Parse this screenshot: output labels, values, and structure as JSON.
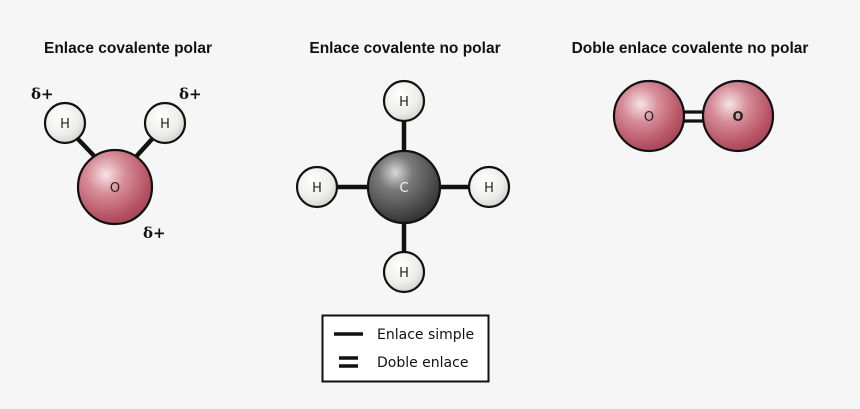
{
  "colors": {
    "background": "#f6f6f6",
    "oxygen": "#c0606e",
    "hydrogen": "#ececec",
    "carbon": "#555555",
    "bond": "#111111"
  },
  "panels": [
    {
      "title": "Enlace covalente polar",
      "molecule": "H2O",
      "atoms": [
        {
          "element": "O",
          "label": "O"
        },
        {
          "element": "H",
          "label": "H"
        },
        {
          "element": "H",
          "label": "H"
        }
      ],
      "charges": [
        "δ+",
        "δ+",
        "δ+"
      ]
    },
    {
      "title": "Enlace covalente no polar",
      "molecule": "CH4",
      "atoms": [
        {
          "element": "C",
          "label": "C"
        },
        {
          "element": "H",
          "label": "H"
        },
        {
          "element": "H",
          "label": "H"
        },
        {
          "element": "H",
          "label": "H"
        },
        {
          "element": "H",
          "label": "H"
        }
      ]
    },
    {
      "title": "Doble enlace covalente no polar",
      "molecule": "O2",
      "atoms": [
        {
          "element": "O",
          "label": "O"
        },
        {
          "element": "O",
          "label": "O"
        }
      ]
    }
  ],
  "legend": {
    "items": [
      {
        "symbol": "single-bond",
        "label": "Enlace simple"
      },
      {
        "symbol": "double-bond",
        "label": "Doble enlace"
      }
    ]
  }
}
